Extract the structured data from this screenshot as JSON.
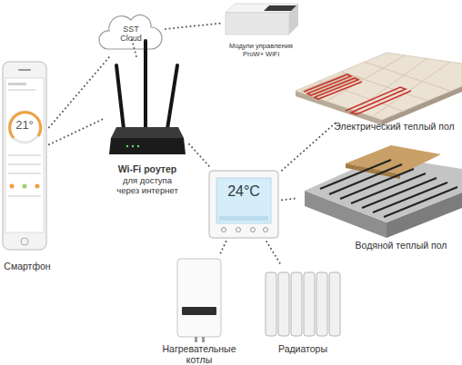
{
  "diagram": {
    "nodes": [
      {
        "text": [
          "21°",
          "Смартфон"
        ]
      },
      {
        "text": [
          "SST Cloud"
        ]
      },
      {
        "text": [
          "Модули управления ProW+ WiFi"
        ]
      },
      {
        "text": [
          "Wi-Fi роутер",
          "для доступа через интернет"
        ]
      },
      {
        "text": [
          "24°C"
        ]
      },
      {
        "text": [
          "Электрический теплый пол"
        ]
      },
      {
        "text": [
          "Водяной теплый пол"
        ]
      },
      {
        "text": [
          "Нагревательные котлы"
        ]
      },
      {
        "text": [
          "Радиаторы"
        ]
      }
    ],
    "edges": [
      {
        "from": 0,
        "to": 1,
        "arrow": "none"
      },
      {
        "from": 1,
        "to": 2,
        "arrow": "none"
      },
      {
        "from": 1,
        "to": 3,
        "arrow": "none"
      },
      {
        "from": 0,
        "to": 3,
        "arrow": "none"
      },
      {
        "from": 3,
        "to": 4,
        "arrow": "none"
      },
      {
        "from": 4,
        "to": 5,
        "arrow": "none"
      },
      {
        "from": 4,
        "to": 6,
        "arrow": "none"
      },
      {
        "from": 4,
        "to": 7,
        "arrow": "none"
      },
      {
        "from": 4,
        "to": 8,
        "arrow": "none"
      }
    ]
  }
}
